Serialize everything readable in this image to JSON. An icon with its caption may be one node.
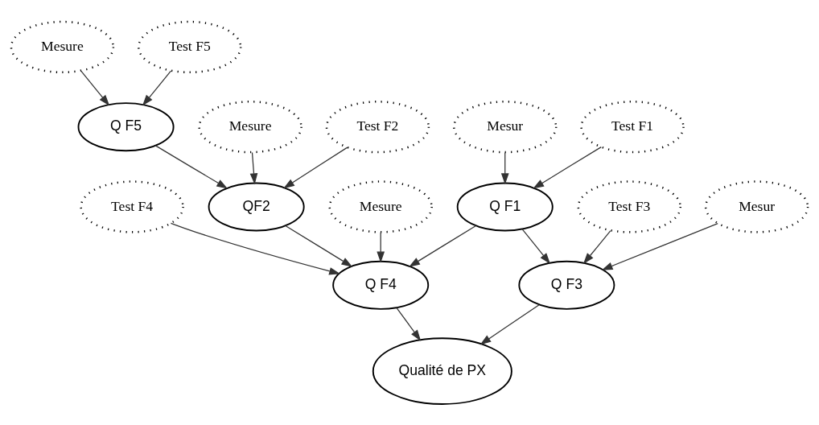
{
  "diagram": {
    "nodes": [
      {
        "text": [
          "Test F1"
        ]
      },
      {
        "text": [
          "Mesur"
        ]
      },
      {
        "text": [
          "Q F5"
        ]
      },
      {
        "text": [
          "Mesure"
        ]
      },
      {
        "text": [
          "Test F3"
        ]
      },
      {
        "text": [
          "Q F1"
        ]
      },
      {
        "text": [
          "Test F5"
        ]
      },
      {
        "text": [
          "QF2"
        ]
      },
      {
        "text": [
          "Mesur"
        ]
      },
      {
        "text": [
          "Mesure"
        ]
      },
      {
        "text": [
          "Q F3"
        ]
      },
      {
        "text": [
          "Test F2"
        ]
      },
      {
        "text": [
          "Q F4"
        ]
      },
      {
        "text": [
          "Mesure"
        ]
      },
      {
        "text": [
          "Test F4"
        ]
      },
      {
        "text": [
          "Qualité de PX"
        ]
      }
    ],
    "edges": [
      {
        "from": 0,
        "to": 5,
        "arrow": "to"
      },
      {
        "from": 1,
        "to": 5,
        "arrow": "to"
      },
      {
        "from": 3,
        "to": 2,
        "arrow": "to"
      },
      {
        "from": 6,
        "to": 2,
        "arrow": "to"
      },
      {
        "from": 2,
        "to": 7,
        "arrow": "to"
      },
      {
        "from": 9,
        "to": 7,
        "arrow": "to"
      },
      {
        "from": 11,
        "to": 7,
        "arrow": "to"
      },
      {
        "from": 4,
        "to": 10,
        "arrow": "to"
      },
      {
        "from": 8,
        "to": 10,
        "arrow": "to"
      },
      {
        "from": 5,
        "to": 10,
        "arrow": "to"
      },
      {
        "from": 5,
        "to": 12,
        "arrow": "to"
      },
      {
        "from": 7,
        "to": 12,
        "arrow": "to"
      },
      {
        "from": 13,
        "to": 12,
        "arrow": "to"
      },
      {
        "from": 14,
        "to": 12,
        "arrow": "to"
      },
      {
        "from": 10,
        "to": 15,
        "arrow": "to"
      },
      {
        "from": 12,
        "to": 15,
        "arrow": "to"
      }
    ]
  }
}
